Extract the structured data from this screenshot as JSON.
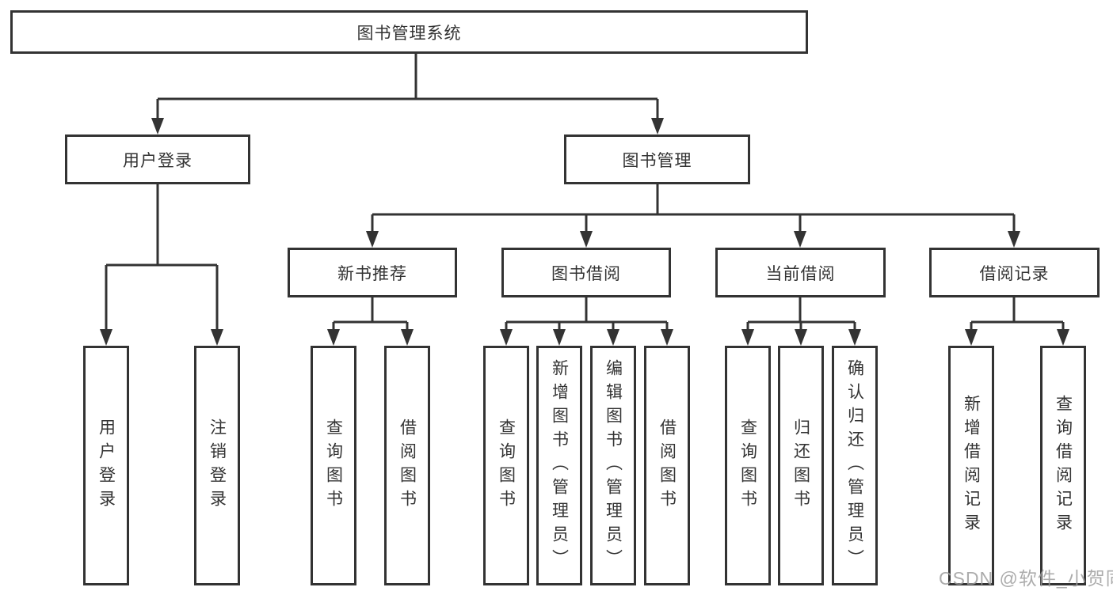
{
  "diagram_type": "hierarchy-tree",
  "colors": {
    "line": "#333333",
    "box_border": "#333333",
    "text": "#333333",
    "background": "#ffffff",
    "watermark": "#9e9e9e"
  },
  "tree": {
    "label": "图书管理系统",
    "children": [
      {
        "label": "用户登录",
        "children": [
          {
            "label": "用户登录"
          },
          {
            "label": "注销登录"
          }
        ]
      },
      {
        "label": "图书管理",
        "children": [
          {
            "label": "新书推荐",
            "children": [
              {
                "label": "查询图书"
              },
              {
                "label": "借阅图书"
              }
            ]
          },
          {
            "label": "图书借阅",
            "children": [
              {
                "label": "查询图书"
              },
              {
                "label": "新增图书（管理员）"
              },
              {
                "label": "编辑图书（管理员）"
              },
              {
                "label": "借阅图书"
              }
            ]
          },
          {
            "label": "当前借阅",
            "children": [
              {
                "label": "查询图书"
              },
              {
                "label": "归还图书"
              },
              {
                "label": "确认归还（管理员）"
              }
            ]
          },
          {
            "label": "借阅记录",
            "children": [
              {
                "label": "新增借阅记录"
              },
              {
                "label": "查询借阅记录"
              }
            ]
          }
        ]
      }
    ]
  },
  "watermark": {
    "text": "CSDN @软件_小贺同学"
  }
}
